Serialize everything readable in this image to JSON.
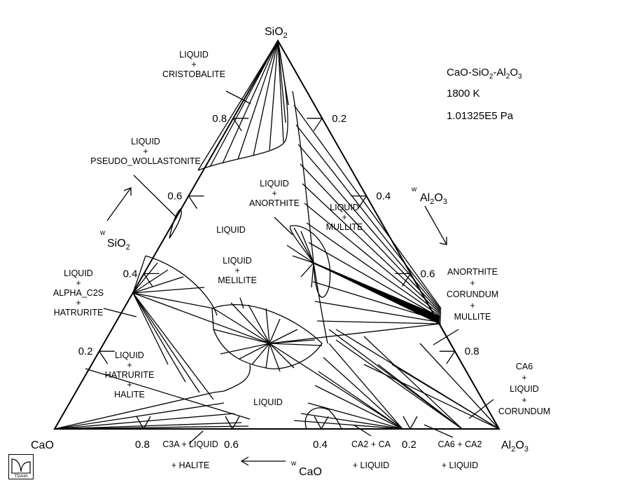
{
  "chart_data": {
    "type": "ternary-phase-diagram",
    "title": "CaO-SiO2-Al2O3",
    "conditions": {
      "temperature": "1800 K",
      "pressure": "1.01325E5 Pa"
    },
    "info_lines": [
      {
        "base": "CaO-SiO",
        "parts": [
          [
            "CaO-SiO",
            ""
          ],
          [
            "2",
            "sub"
          ],
          [
            "-Al",
            ""
          ],
          [
            "2",
            "sub"
          ],
          [
            "O",
            ""
          ],
          [
            "3",
            "sub"
          ]
        ]
      },
      {
        "text": "1800 K"
      },
      {
        "text": "1.01325E5 Pa"
      }
    ],
    "corners": {
      "top": {
        "label": "SiO",
        "sub": "2"
      },
      "left": {
        "label": "CaO"
      },
      "right": {
        "label": "Al",
        "sub": "2",
        "label2": "O",
        "sub2": "3"
      }
    },
    "axes": {
      "SiO2": {
        "label_pre": "w",
        "label": "SiO",
        "sub": "2",
        "ticks": [
          "0.2",
          "0.4",
          "0.6",
          "0.8"
        ]
      },
      "Al2O3": {
        "label_pre": "w",
        "label": "Al",
        "sub": "2",
        "label2": "O",
        "sub2": "3",
        "ticks": [
          "0.2",
          "0.4",
          "0.6",
          "0.8"
        ]
      },
      "CaO": {
        "label_pre": "w",
        "label": "CaO",
        "ticks": [
          "0.8",
          "0.6",
          "0.4",
          "0.2"
        ]
      }
    },
    "tick_values": [
      0.2,
      0.4,
      0.6,
      0.8
    ],
    "phase_regions": [
      {
        "lines": [
          "LIQUID",
          "+",
          "CRISTOBALITE"
        ]
      },
      {
        "lines": [
          "LIQUID",
          "+",
          "PSEUDO_WOLLASTONITE"
        ]
      },
      {
        "lines": [
          "LIQUID",
          "+",
          "ANORTHITE"
        ]
      },
      {
        "lines": [
          "LIQUID"
        ]
      },
      {
        "lines": [
          "LIQUID",
          "+",
          "MULLITE"
        ]
      },
      {
        "lines": [
          "LIQUID",
          "+",
          "MELILITE"
        ]
      },
      {
        "lines": [
          "LIQUID",
          "+",
          "ALPHA_C2S",
          "+",
          "HATRURITE"
        ]
      },
      {
        "lines": [
          "LIQUID",
          "+",
          "HATRURITE",
          "+",
          "HALITE"
        ]
      },
      {
        "lines": [
          "ANORTHITE",
          "+",
          "CORUNDUM",
          "+",
          "MULLITE"
        ]
      },
      {
        "lines": [
          "CA6",
          "+",
          "LIQUID",
          "+",
          "CORUNDUM"
        ]
      },
      {
        "lines": [
          "LIQUID"
        ]
      },
      {
        "lines": [
          "C3A + LIQUID",
          "+ HALITE"
        ]
      },
      {
        "lines": [
          "CA2 + CA",
          "+ LIQUID"
        ]
      },
      {
        "lines": [
          "CA6 + CA2",
          "+ LIQUID"
        ]
      }
    ]
  },
  "logo": {
    "text": "TDAIA"
  }
}
